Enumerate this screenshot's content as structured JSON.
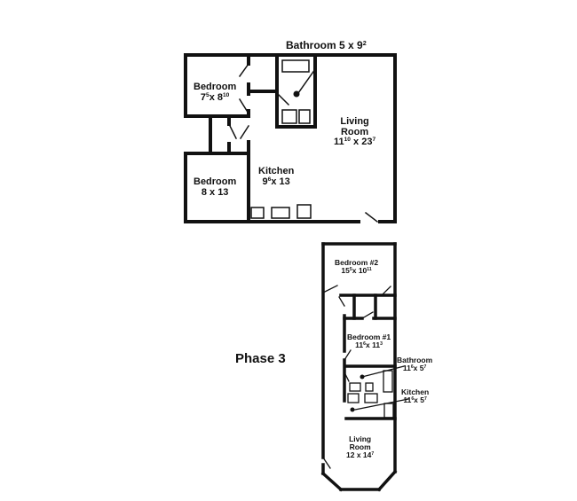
{
  "plan_a": {
    "bathroom": {
      "name": "Bathroom",
      "dim": "5 x 9",
      "sup": "2"
    },
    "bedroom_top": {
      "name": "Bedroom",
      "w": "7",
      "w_sup": "5",
      "h": "8",
      "h_sup": "10"
    },
    "bedroom_bottom": {
      "name": "Bedroom",
      "dim": "8 x 13"
    },
    "kitchen": {
      "name": "Kitchen",
      "w": "9",
      "w_sup": "6",
      "h": "13"
    },
    "living": {
      "name1": "Living",
      "name2": "Room",
      "w": "11",
      "w_sup": "10",
      "h": "23",
      "h_sup": "7"
    }
  },
  "plan_b": {
    "title": "Phase 3",
    "bedroom2": {
      "name": "Bedroom #2",
      "w": "15",
      "w_sup": "5",
      "h": "10",
      "h_sup": "11"
    },
    "bedroom1": {
      "name": "Bedroom #1",
      "w": "11",
      "w_sup": "6",
      "h": "11",
      "h_sup": "3"
    },
    "bathroom": {
      "name": "Bathroom",
      "w": "11",
      "w_sup": "6",
      "h": "5",
      "h_sup": "7"
    },
    "kitchen": {
      "name": "Kitchen",
      "w": "11",
      "w_sup": "6",
      "h": "5",
      "h_sup": "7"
    },
    "living": {
      "name1": "Living",
      "name2": "Room",
      "w": "12 x 14",
      "w_sup": "7"
    }
  },
  "colors": {
    "wall": "#111111",
    "background": "#ffffff"
  }
}
